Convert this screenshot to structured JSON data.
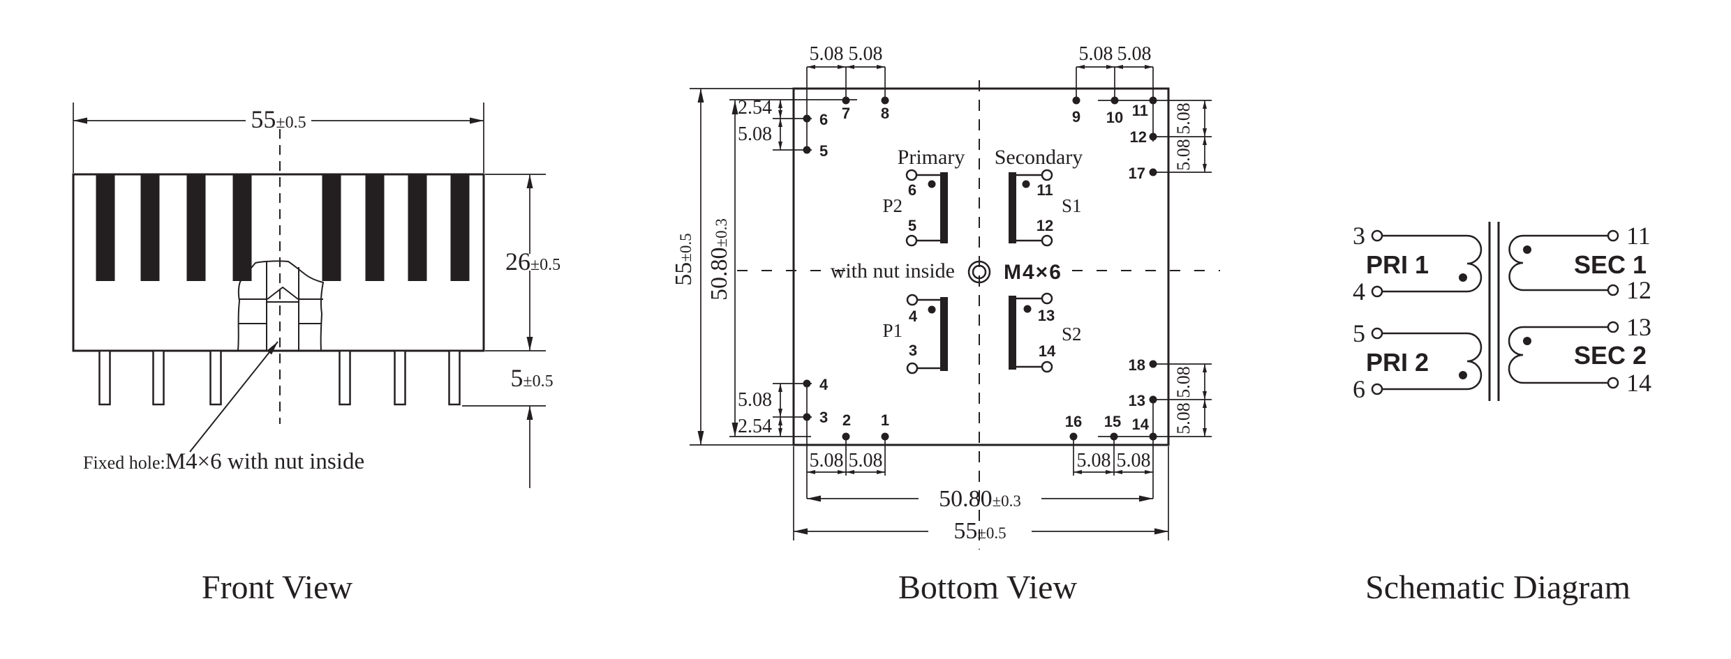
{
  "colors": {
    "ink": "#231f20",
    "background": "#ffffff"
  },
  "front_view": {
    "caption": "Front View",
    "width_dim": {
      "value": "55",
      "tol": "±0.5"
    },
    "height_dim": {
      "value": "26",
      "tol": "±0.5"
    },
    "pin_dim": {
      "value": "5",
      "tol": "±0.5"
    },
    "note": {
      "prefix": "Fixed hole:",
      "text": "M4×6 with nut inside"
    }
  },
  "bottom_view": {
    "caption": "Bottom View",
    "primary_label": "Primary",
    "secondary_label": "Secondary",
    "nut_label": "with nut inside",
    "screw_label": "M4×6",
    "dims": {
      "pitch": "5.08",
      "half_pitch": "2.54",
      "grid": {
        "value": "50.80",
        "tol": "±0.3"
      },
      "body": {
        "value": "55",
        "tol": "±0.5"
      }
    },
    "pin_numbers": [
      "1",
      "2",
      "3",
      "4",
      "5",
      "6",
      "7",
      "8",
      "9",
      "10",
      "11",
      "12",
      "13",
      "14",
      "15",
      "16",
      "17",
      "18"
    ],
    "windings": [
      {
        "name": "P2",
        "pin_a": "6",
        "pin_b": "5"
      },
      {
        "name": "S1",
        "pin_a": "11",
        "pin_b": "12"
      },
      {
        "name": "P1",
        "pin_a": "4",
        "pin_b": "3"
      },
      {
        "name": "S2",
        "pin_a": "13",
        "pin_b": "14"
      }
    ]
  },
  "schematic": {
    "caption": "Schematic Diagram",
    "coils": [
      {
        "name": "PRI 1",
        "top_pin": "3",
        "bottom_pin": "4"
      },
      {
        "name": "PRI 2",
        "top_pin": "5",
        "bottom_pin": "6"
      },
      {
        "name": "SEC 1",
        "top_pin": "11",
        "bottom_pin": "12"
      },
      {
        "name": "SEC 2",
        "top_pin": "13",
        "bottom_pin": "14"
      }
    ]
  }
}
